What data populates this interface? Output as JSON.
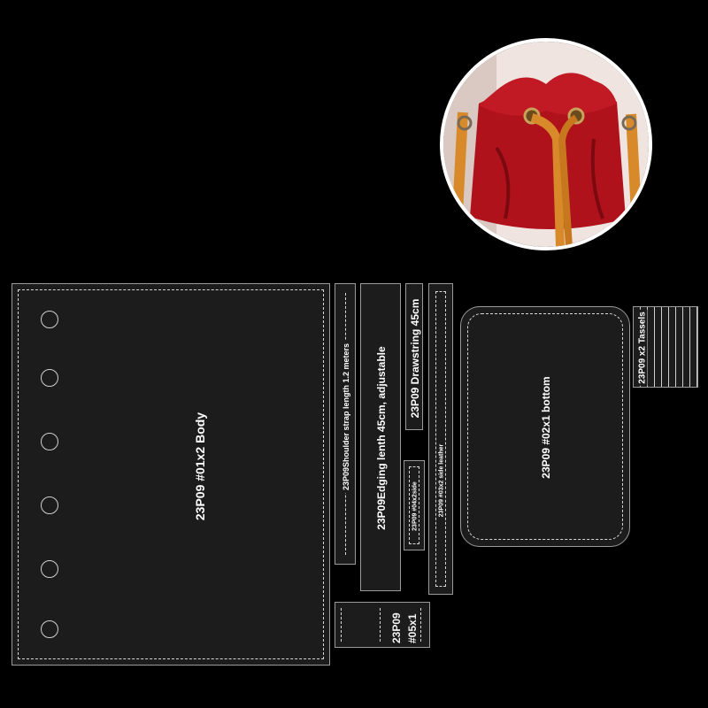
{
  "pieces": {
    "body": "23P09 #01x2 Body",
    "shoulder_strap": "23P09Shoulder strap length 1.2 meters",
    "edging": "23P09Edging lenth 45cm, adjustable",
    "drawstring": "23P09 Drawstring 45cm",
    "side_leather": "23P09 #03x2 side leather",
    "side": "23P09 #04x2side",
    "small": "23P09\n#05x1",
    "bottom": "23P09 #02x1 bottom",
    "tassels": "23P09 x2 Tassels"
  },
  "photo": {
    "subject": "red leather bucket bag with tan drawstring and straps",
    "colors": {
      "bag": "#b0121c",
      "strap": "#d88a2a",
      "background": "#f2e8e4"
    }
  }
}
